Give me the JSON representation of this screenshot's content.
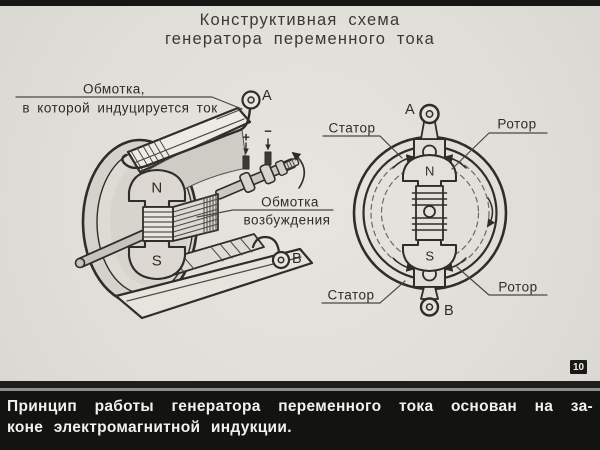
{
  "slide": {
    "title_line1": "Конструктивная схема",
    "title_line2": "генератора переменного тока",
    "frame_number": "10",
    "caption_line1": "Принцип работы генератора переменного тока основан на за-",
    "caption_line2": "коне электромагнитной индукции."
  },
  "left_diagram": {
    "label_winding_line1": "Обмотка,",
    "label_winding_line2": "в которой индуцируется ток",
    "label_excitation_line1": "Обмотка",
    "label_excitation_line2": "возбуждения",
    "terminal_a": "A",
    "terminal_b": "B",
    "pole_n": "N",
    "pole_s": "S",
    "plus_sign": "+",
    "minus_sign": "−"
  },
  "right_diagram": {
    "label_stator_top": "Статор",
    "label_rotor_top": "Ротор",
    "label_stator_bottom": "Статор",
    "label_rotor_bottom": "Ротор",
    "terminal_a": "A",
    "terminal_b": "B",
    "pole_n": "N",
    "pole_s": "S"
  },
  "colors": {
    "background": "#e0ded8",
    "line": "#2f2d2a",
    "caption_background": "#131312",
    "caption_text": "#f2f1ee"
  }
}
